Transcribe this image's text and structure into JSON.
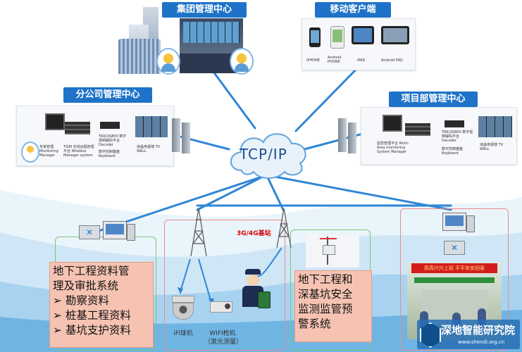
{
  "titles": {
    "group_center": "集团管理中心",
    "mobile_client": "移动客户端",
    "branch_center": "分公司管理中心",
    "project_center": "项目部管理中心"
  },
  "cloud_label": "TCP/IP",
  "base_station_label": "3G/4G基站",
  "mobile_devices": [
    "iPHONE",
    "Android PHONE",
    "iPAD",
    "Android PAD"
  ],
  "branch_devices": [
    "专家管理 Monitoring Manager",
    "TSIM 无线远程管理平台 Wireless Manager system",
    "TRK-DS800 数字视频解码平台 Decoder",
    "液晶电视墙 TV WALL",
    "数字控制键盘 Keyboard"
  ],
  "project_devices": [
    "监控管理平台 Multi-Area monitoring System Manager",
    "TRK-DS800 数字视频解码平台 Decoder",
    "数字控制键盘 Keyboard",
    "液晶电视墙 TV WALL"
  ],
  "callout_left": {
    "heading_line1": "地下工程资料管",
    "heading_line2": "理及审批系统",
    "items": [
      "勘察资料",
      "桩基工程资料",
      "基坑支护资料"
    ]
  },
  "callout_middle": {
    "lines": [
      "地下工程和",
      "深基坑安全",
      "监测监管预",
      "警系统"
    ]
  },
  "camera_labels": {
    "wifi_dome": "iFi球机",
    "wifi_gun_line1": "WIFI枪机",
    "wifi_gun_line2": "（激光测量）"
  },
  "site_banner": "高高兴兴上班 平平安安回家",
  "logo": {
    "name": "深地智能研究院",
    "url": "www.shendi.org.cn"
  },
  "colors": {
    "title_blue": "#1e73c8",
    "link_blue": "#2f86d6",
    "callout_fill": "#f6c3b3",
    "site_green": "#7bc67b",
    "site_red": "#e88b8b"
  }
}
